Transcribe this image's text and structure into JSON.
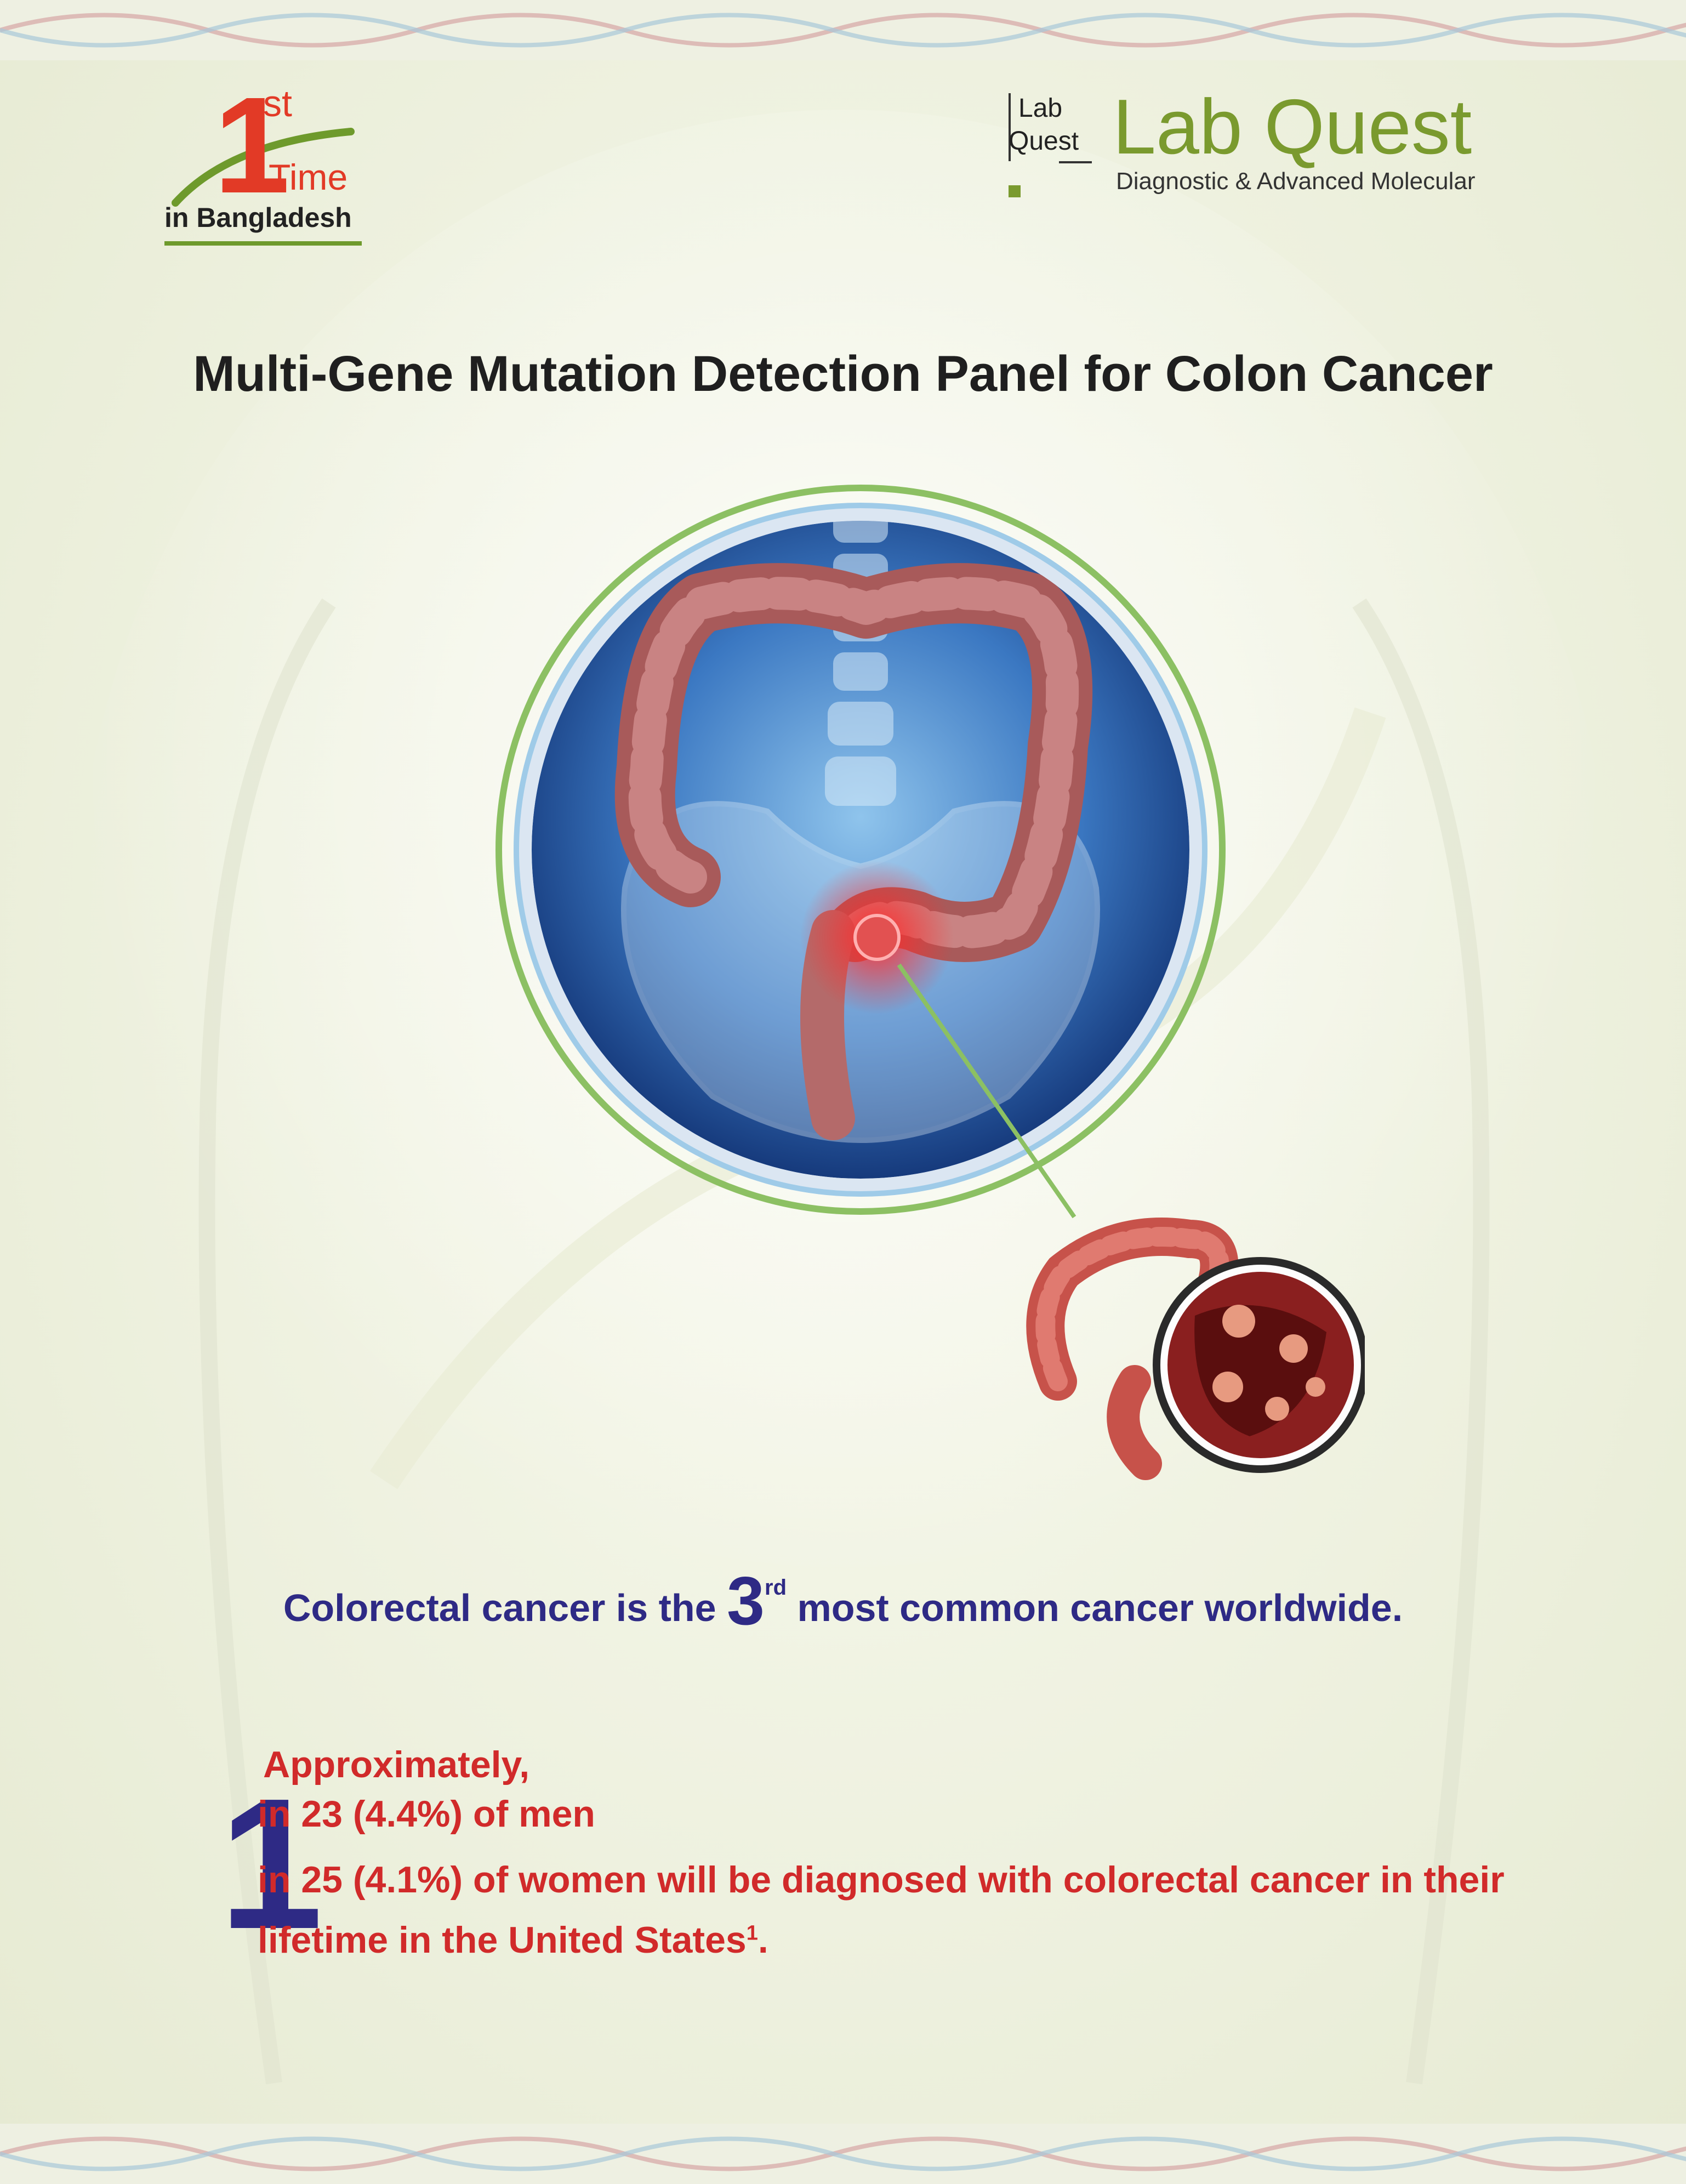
{
  "badge": {
    "number": "1",
    "suffix": "st",
    "word": "Time",
    "location": "in Bangladesh"
  },
  "logo": {
    "mark_line1": "Lab",
    "mark_line2": "Quest",
    "name": "Lab Quest",
    "tagline": "Diagnostic & Advanced Molecular"
  },
  "title": "Multi-Gene Mutation Detection Panel for Colon Cancer",
  "fact": {
    "prefix": "Colorectal cancer is the",
    "rank": "3",
    "rank_suffix": "rd",
    "suffix": "most common cancer worldwide."
  },
  "stat": {
    "digit": "1",
    "line1": "Approximately,",
    "line2": "in 23 (4.4%) of men",
    "line3": "in 25 (4.1%) of  women will be diagnosed with colorectal cancer in their",
    "line4": "lifetime in the United States",
    "footnote": "1",
    "line4_end": "."
  },
  "colors": {
    "accent_green": "#7a9a2e",
    "red": "#e23a26",
    "navy": "#2e2a85",
    "stat_red": "#d12a2a"
  }
}
